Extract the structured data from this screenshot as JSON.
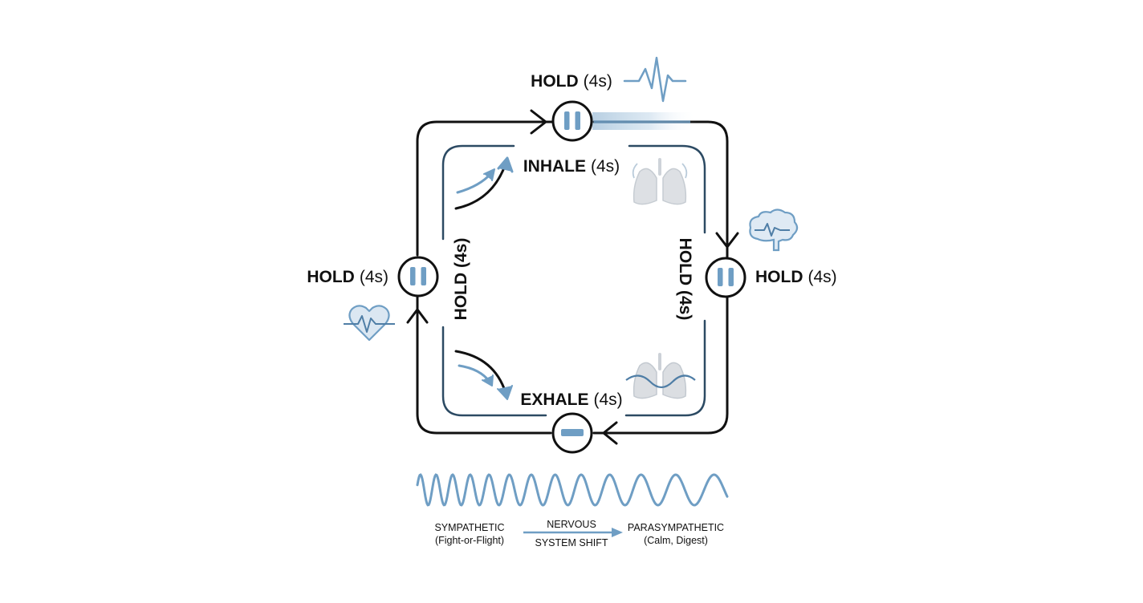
{
  "phases": {
    "top": {
      "label": "HOLD",
      "duration": "(4s)"
    },
    "right": {
      "label": "HOLD",
      "duration": "(4s)"
    },
    "left": {
      "label": "HOLD",
      "duration": "(4s)"
    },
    "inhale": {
      "label": "INHALE",
      "duration": "(4s)"
    },
    "exhale": {
      "label": "EXHALE",
      "duration": "(4s)"
    },
    "inner_left": {
      "text": "HOLD (4s)"
    },
    "inner_right": {
      "text": "HOLD (4s)"
    }
  },
  "legend": {
    "sympathetic": {
      "title": "SYMPATHETIC",
      "subtitle": "(Fight-or-Flight)"
    },
    "shift": {
      "line1": "NERVOUS",
      "line2": "SYSTEM SHIFT"
    },
    "parasympathetic": {
      "title": "PARASYMPATHETIC",
      "subtitle": "(Calm, Digest)"
    }
  },
  "icons": [
    "heartbeat-icon",
    "brain-icon",
    "heart-icon",
    "lungs-inhale-icon",
    "lungs-exhale-icon",
    "pause-icon",
    "minus-icon"
  ],
  "colors": {
    "accent": "#6f9ec4",
    "line": "#111111",
    "inner_line": "#2c4a63",
    "icon_gray": "#b9c0c8"
  }
}
